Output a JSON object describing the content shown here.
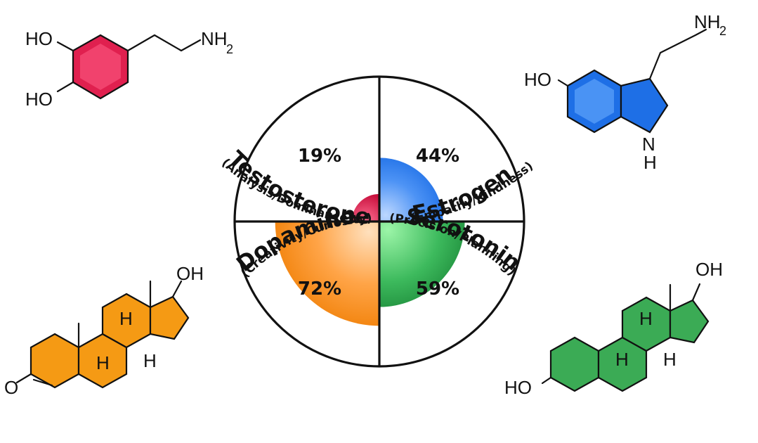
{
  "chart_data": {
    "type": "polar-area",
    "max_value": 100,
    "series": [
      {
        "name": "Dopamine",
        "subtitle": "(Creativity/Curiosity)",
        "value": 19,
        "label": "19%",
        "color": "#e0204f",
        "quadrant": "top-left"
      },
      {
        "name": "Serotonin",
        "subtitle": "(Precision/Planning)",
        "value": 44,
        "label": "44%",
        "color": "#1e6fe6",
        "quadrant": "top-right"
      },
      {
        "name": "Estrogen",
        "subtitle": "(Empathy/Kindness)",
        "value": 59,
        "label": "59%",
        "color": "#22a04a",
        "quadrant": "bottom-right"
      },
      {
        "name": "Testosterone",
        "subtitle": "(Analysis/Dominance)",
        "value": 72,
        "label": "72%",
        "color": "#f58a12",
        "quadrant": "bottom-left"
      }
    ]
  },
  "molecules": {
    "dopamine": {
      "color": "#e0204f",
      "labels": {
        "ho_top": "HO",
        "ho_bottom": "HO",
        "nh": "NH",
        "nh_sub": "2"
      }
    },
    "serotonin": {
      "color": "#1e6fe6",
      "labels": {
        "ho": "HO",
        "nh": "NH",
        "nh_sub": "2",
        "n": "N",
        "h": "H"
      }
    },
    "testosterone": {
      "color": "#f59a14",
      "labels": {
        "oh": "OH",
        "o": "O",
        "h1": "H",
        "h2": "H",
        "h3": "H"
      }
    },
    "estrogen": {
      "color": "#3bab55",
      "labels": {
        "oh": "OH",
        "ho": "HO",
        "h1": "H",
        "h2": "H",
        "h3": "H"
      }
    }
  }
}
